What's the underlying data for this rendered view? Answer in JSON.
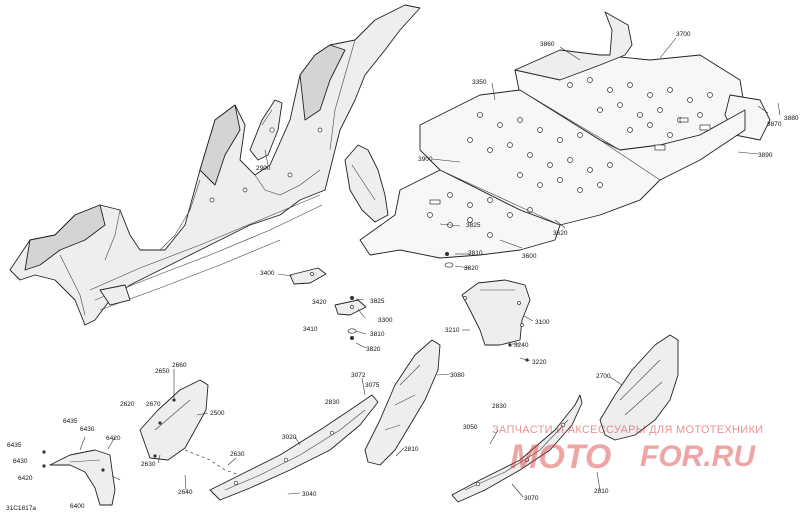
{
  "diagram": {
    "code": "31C1817a",
    "callouts": [
      {
        "id": "3700",
        "label": "3700"
      },
      {
        "id": "3860",
        "label": "3860"
      },
      {
        "id": "3350",
        "label": "3350"
      },
      {
        "id": "3870",
        "label": "3870"
      },
      {
        "id": "3880",
        "label": "3880"
      },
      {
        "id": "3890",
        "label": "3890"
      },
      {
        "id": "3900",
        "label": "3900"
      },
      {
        "id": "3825a",
        "label": "3825"
      },
      {
        "id": "3620",
        "label": "3620"
      },
      {
        "id": "3810a",
        "label": "3810"
      },
      {
        "id": "3600",
        "label": "3600"
      },
      {
        "id": "3820a",
        "label": "3820"
      },
      {
        "id": "3400",
        "label": "3400"
      },
      {
        "id": "2900",
        "label": "2900"
      },
      {
        "id": "3420",
        "label": "3420"
      },
      {
        "id": "3825b",
        "label": "3825"
      },
      {
        "id": "3300",
        "label": "3300"
      },
      {
        "id": "3410",
        "label": "3410"
      },
      {
        "id": "3810b",
        "label": "3810"
      },
      {
        "id": "3820b",
        "label": "3820"
      },
      {
        "id": "3210",
        "label": "3210"
      },
      {
        "id": "3100",
        "label": "3100"
      },
      {
        "id": "3240",
        "label": "3240"
      },
      {
        "id": "3220",
        "label": "3220"
      },
      {
        "id": "3080",
        "label": "3080"
      },
      {
        "id": "3072",
        "label": "3072"
      },
      {
        "id": "3075",
        "label": "3075"
      },
      {
        "id": "2830a",
        "label": "2830"
      },
      {
        "id": "3020",
        "label": "3020"
      },
      {
        "id": "2810a",
        "label": "2810"
      },
      {
        "id": "3040",
        "label": "3040"
      },
      {
        "id": "2700",
        "label": "2700"
      },
      {
        "id": "2830b",
        "label": "2830"
      },
      {
        "id": "3050",
        "label": "3050"
      },
      {
        "id": "3070",
        "label": "3070"
      },
      {
        "id": "2810b",
        "label": "2810"
      },
      {
        "id": "2650",
        "label": "2650"
      },
      {
        "id": "2660",
        "label": "2660"
      },
      {
        "id": "2620",
        "label": "2620"
      },
      {
        "id": "2670",
        "label": "2670"
      },
      {
        "id": "2500",
        "label": "2500"
      },
      {
        "id": "2630a",
        "label": "2630"
      },
      {
        "id": "2630b",
        "label": "2630"
      },
      {
        "id": "2640",
        "label": "2640"
      },
      {
        "id": "6435a",
        "label": "6435"
      },
      {
        "id": "6430a",
        "label": "6430"
      },
      {
        "id": "6420a",
        "label": "6420"
      },
      {
        "id": "6435b",
        "label": "6435"
      },
      {
        "id": "6430b",
        "label": "6430"
      },
      {
        "id": "6420b",
        "label": "6420"
      },
      {
        "id": "6400",
        "label": "6400"
      }
    ]
  },
  "watermark": {
    "tagline": "ЗАПЧАСТИ И АКСЕССУАРЫ ДЛЯ МОТОТЕХНИКИ",
    "logo_left": "MOTO",
    "logo_right": "FOR.RU"
  }
}
